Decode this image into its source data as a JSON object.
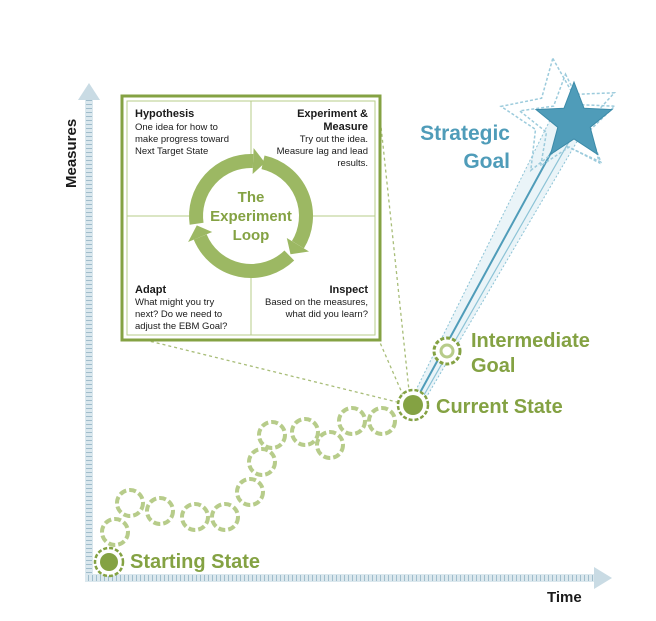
{
  "axes": {
    "y_label": "Measures",
    "x_label": "Time"
  },
  "loop": {
    "title_line1": "The",
    "title_line2": "Experiment",
    "title_line3": "Loop"
  },
  "quadrants": {
    "hypothesis": {
      "title": "Hypothesis",
      "lines": [
        "One idea for how to",
        "make progress toward",
        "Next Target State"
      ]
    },
    "experiment": {
      "title_lines": [
        "Experiment &",
        "Measure"
      ],
      "lines": [
        "Try out the idea.",
        "Measure lag and lead",
        "results."
      ]
    },
    "adapt": {
      "title": "Adapt",
      "lines": [
        "What might you try",
        "next? Do we need to",
        "adjust the EBM Goal?"
      ]
    },
    "inspect": {
      "title": "Inspect",
      "lines": [
        "Based on the measures,",
        "what did you learn?"
      ]
    }
  },
  "states": {
    "starting": "Starting State",
    "current": "Current State",
    "intermediate_line1": "Intermediate",
    "intermediate_line2": "Goal",
    "strategic_line1": "Strategic",
    "strategic_line2": "Goal"
  },
  "colors": {
    "green": "#84a243",
    "green_light": "#b7cc8a",
    "blue": "#4f9cb9",
    "blue_light": "#8cc3d6",
    "axis": "#c9dbe4"
  }
}
